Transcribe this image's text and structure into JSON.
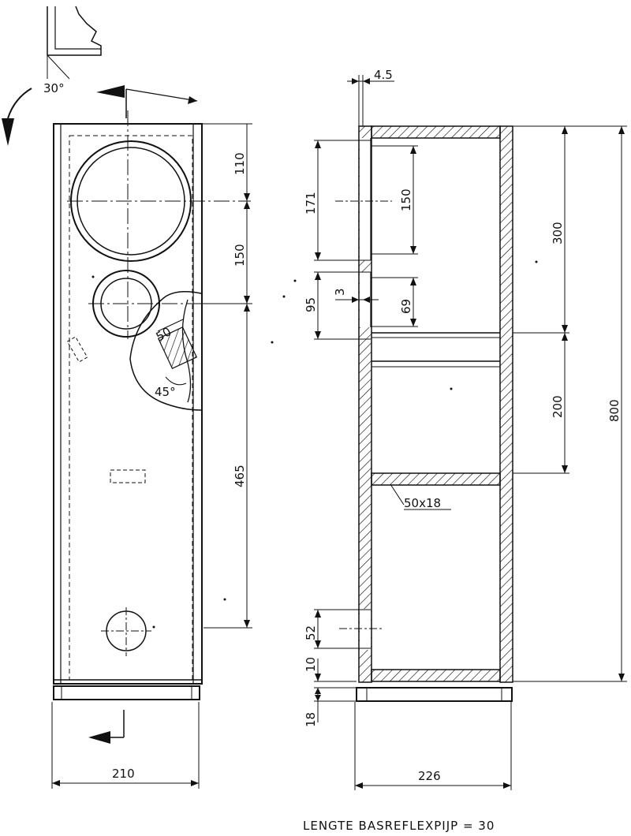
{
  "front_view": {
    "angle_top": "30°",
    "dim_110": "110",
    "dim_150": "150",
    "dim_465": "465",
    "port_width": "50",
    "port_angle": "45°",
    "width": "210"
  },
  "side_view": {
    "baffle_thickness": "4.5",
    "dim_171": "171",
    "dim_150": "150",
    "dim_95": "95",
    "dim_3": "3",
    "dim_69": "69",
    "dim_300": "300",
    "dim_200": "200",
    "dim_800": "800",
    "brace_size": "50x18",
    "dim_52": "52",
    "dim_10": "10",
    "plinth_height": "18",
    "depth": "226"
  },
  "caption": "LENGTE BASREFLEXPIJP = 30"
}
